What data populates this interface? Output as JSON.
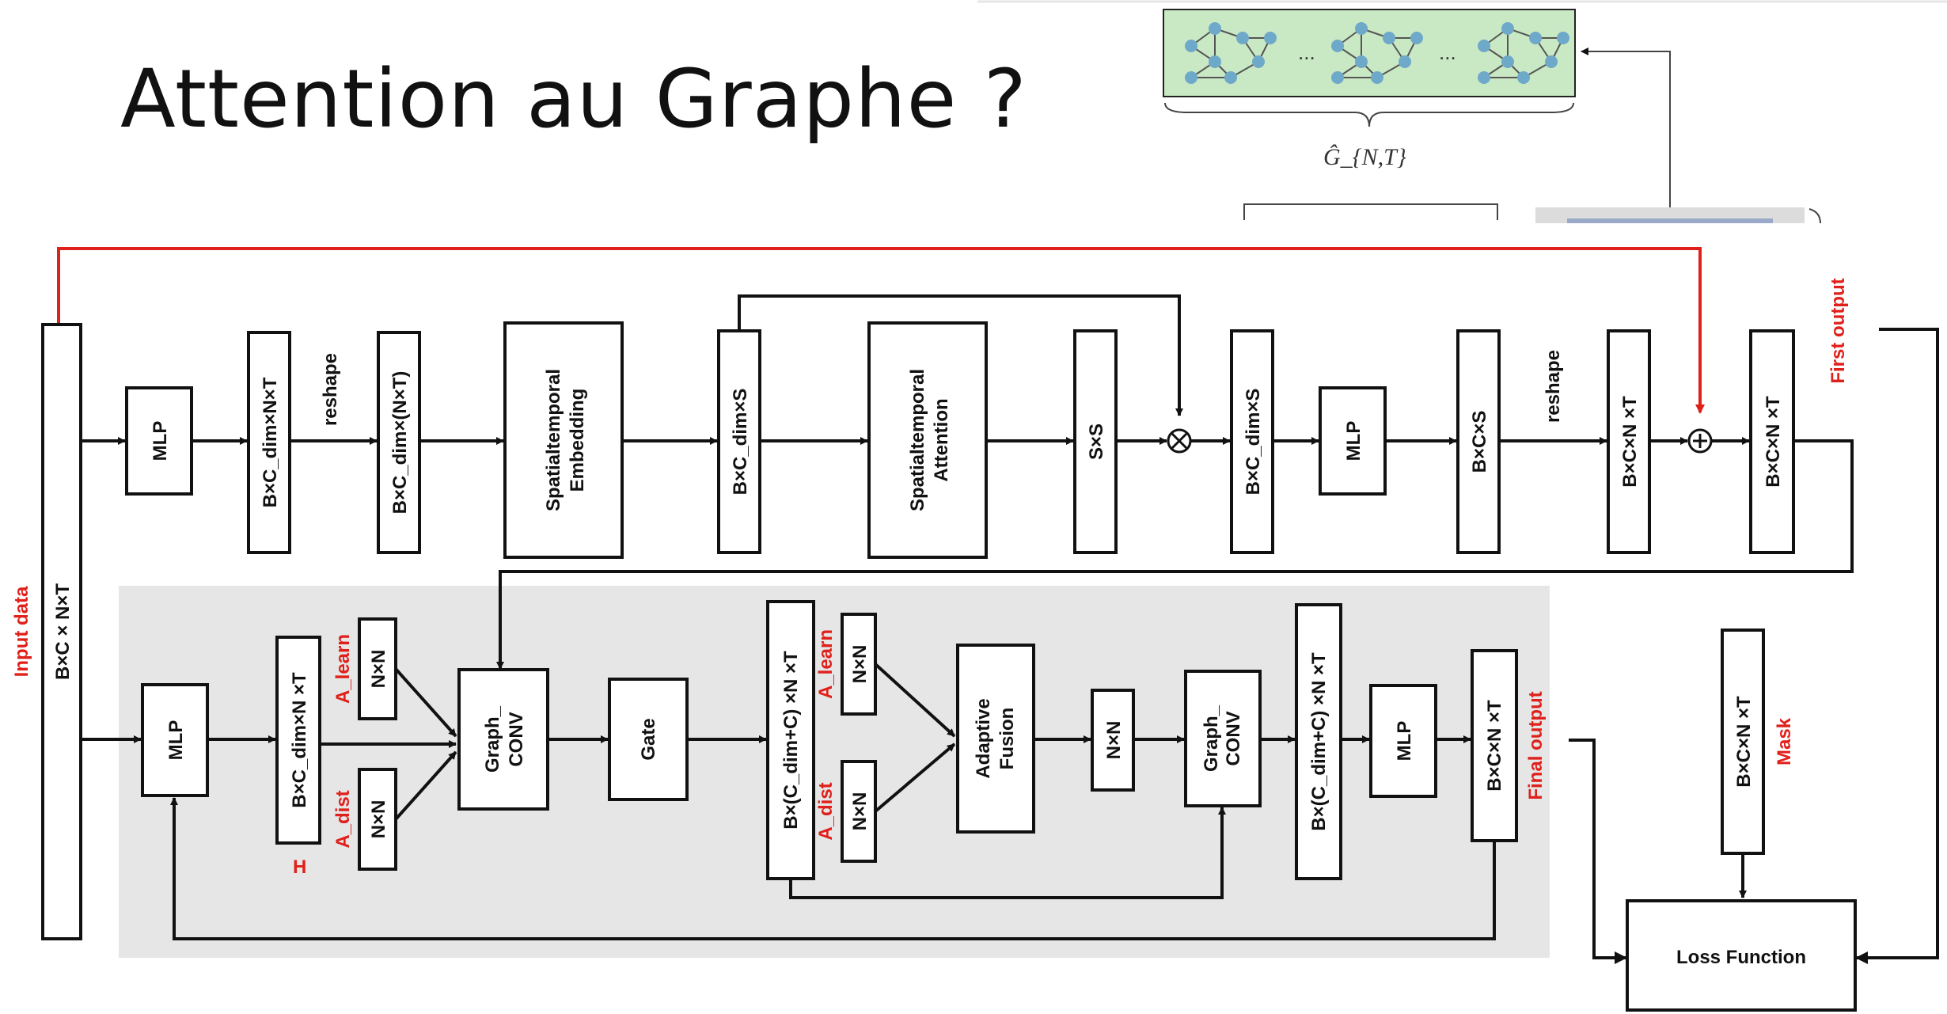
{
  "slide": {
    "title": "Attention au Graphe ?"
  },
  "graph_strip": {
    "dots": [
      "...",
      "..."
    ],
    "label": "Ĝ_{N,T}"
  },
  "labels": {
    "input_data": "Input data",
    "first_output": "First output",
    "final_output": "Final output",
    "mask": "Mask",
    "h": "H",
    "a_learn": "A_learn",
    "a_dist": "A_dist",
    "reshape": "reshape",
    "loss_function": "Loss Function"
  },
  "boxes": {
    "input": "B×C × N×T",
    "mlp": "MLP",
    "b_cdim_nxt": "B×C_dim×N×T",
    "b_cdim_nt": "B×C_dim×(N×T)",
    "st_embedding": [
      "Spatialtemporal",
      "Embedding"
    ],
    "b_cdim_s": "B×C_dim×S",
    "st_attention": [
      "Spatialtemporal",
      "Attention"
    ],
    "sxs": "S×S",
    "b_c_s": "B×C×S",
    "b_c_n_t": "B×C×N ×T",
    "b_cdim_n_t": "B×C_dim×N ×T",
    "nxn": "N×N",
    "graph_conv": [
      "Graph_",
      "CONV"
    ],
    "gate": "Gate",
    "b_cdimc_n_t": "B×(C_dim+C) ×N ×T",
    "adaptive_fusion": [
      "Adaptive",
      "Fusion"
    ]
  }
}
